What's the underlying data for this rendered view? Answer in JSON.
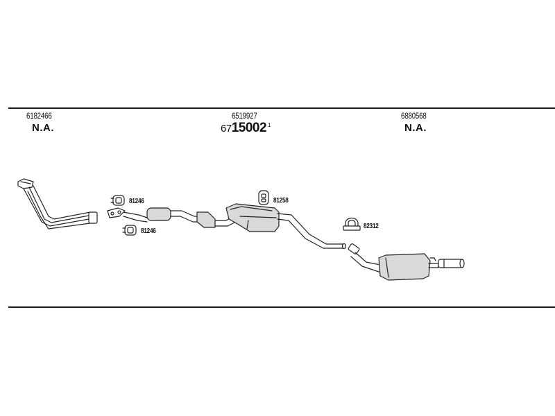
{
  "header": {
    "groups": [
      {
        "number": "6182466",
        "status": "N.A."
      },
      {
        "number": "6519927",
        "code_prefix": "67",
        "code_main": "15002",
        "code_sup": "1"
      },
      {
        "number": "6880568",
        "status": "N.A."
      }
    ]
  },
  "parts": {
    "mount_upper": "81246",
    "mount_lower": "81246",
    "rubber_hanger": "81258",
    "clamp": "82312"
  },
  "colors": {
    "line": "#1a1a1a",
    "part_fill": "#d9d9d9",
    "part_stroke": "#222222"
  }
}
